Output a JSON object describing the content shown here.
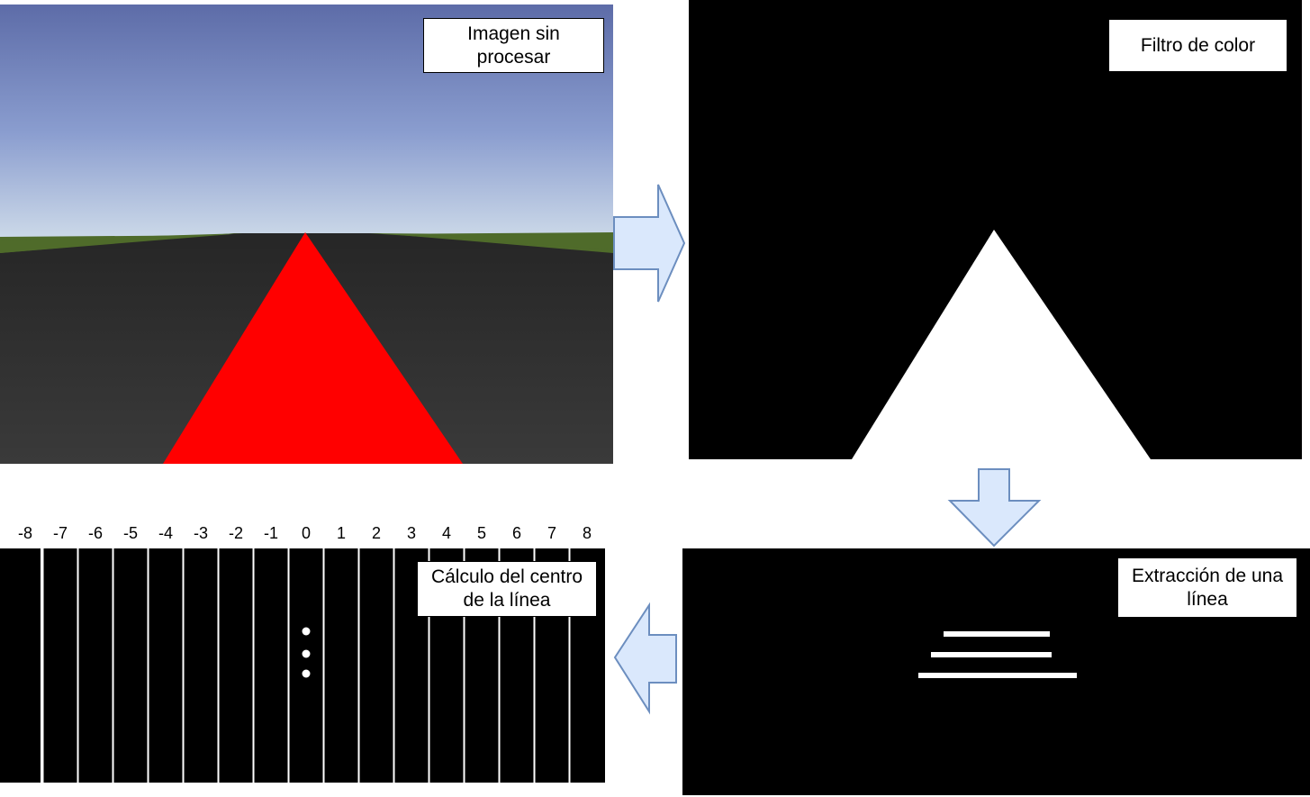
{
  "panels": {
    "raw": {
      "label": "Imagen sin procesar"
    },
    "color_filter": {
      "label": "Filtro de color"
    },
    "line_extraction": {
      "label": "Extracción de una línea"
    },
    "center_calc": {
      "label": "Cálculo del centro de la línea"
    }
  },
  "columns": {
    "labels": [
      "-8",
      "-7",
      "-6",
      "-5",
      "-4",
      "-3",
      "-2",
      "-1",
      "0",
      "1",
      "2",
      "3",
      "4",
      "5",
      "6",
      "7",
      "8"
    ]
  },
  "colors": {
    "sky_top": "#5f6fa9",
    "sky_bottom": "#c9d6e6",
    "grass": "#4f6b2a",
    "road": "#2e2e2e",
    "marker": "#ff0000",
    "arrow_fill": "#dae8fc",
    "arrow_stroke": "#6c8ebf"
  }
}
